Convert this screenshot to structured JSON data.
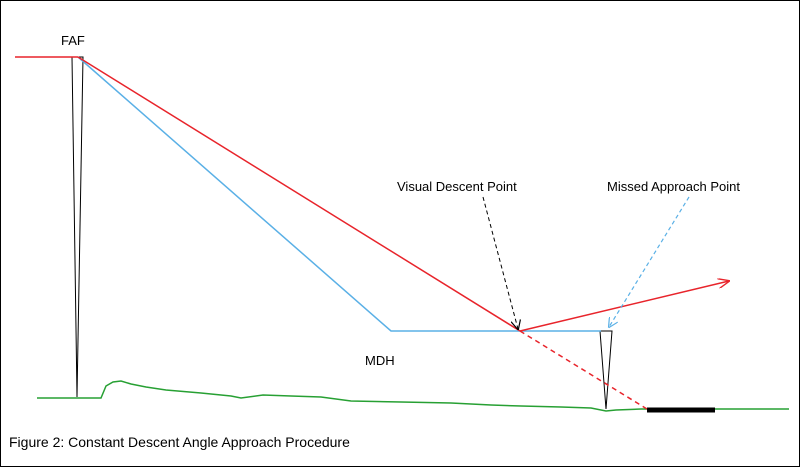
{
  "labels": {
    "faf": "FAF",
    "mdh": "MDH",
    "visual_descent_point": "Visual Descent Point",
    "missed_approach_point": "Missed Approach Point"
  },
  "caption": "Figure 2: Constant Descent Angle Approach Procedure",
  "colors": {
    "cda_path": "#e8242b",
    "step_down_path": "#5ab0e6",
    "terrain": "#27a033",
    "runway": "#000000",
    "marker": "#000000"
  }
}
